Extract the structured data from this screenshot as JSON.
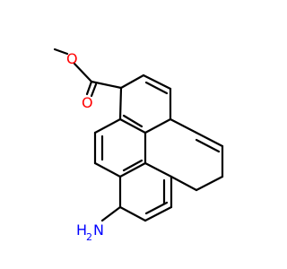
{
  "molecule": {
    "atoms": {
      "ester_oxygen": "O",
      "carbonyl_oxygen": "O",
      "amine_nitrogen": "N",
      "amine_hydrogens": "H",
      "amine_h_count": "2"
    }
  },
  "colors": {
    "oxygen": "#ff0000",
    "nitrogen": "#0000ff",
    "bond": "#000000",
    "background": "#ffffff"
  }
}
